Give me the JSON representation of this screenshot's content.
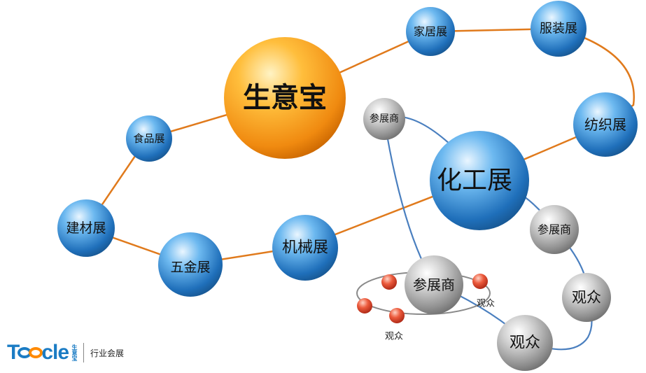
{
  "colors": {
    "orange_line": "#e07a1c",
    "blue_line": "#4a7fbf",
    "blue_node": "#2f86cf",
    "orange_node": "#f0901e",
    "gray_node": "#9c9c9c",
    "red_dot": "#d8412a"
  },
  "nodes": {
    "shengyibao": "生意宝",
    "jiaju": "家居展",
    "fuzhuang": "服装展",
    "fangzhi": "纺织展",
    "huagong": "化工展",
    "shipin": "食品展",
    "jiancai": "建材展",
    "wujin": "五金展",
    "jixie": "机械展",
    "canzhanshang_top": "参展商",
    "canzhanshang_right": "参展商",
    "canzhanshang_center": "参展商",
    "guanzhong_right": "观众",
    "guanzhong_bottom": "观众"
  },
  "dot_labels": {
    "right": "观众",
    "bottom": "观众"
  },
  "logo": {
    "wordmark_prefix": "T",
    "wordmark_suffix": "cle",
    "mark_text": "生意宝",
    "tagline": "行业会展"
  }
}
